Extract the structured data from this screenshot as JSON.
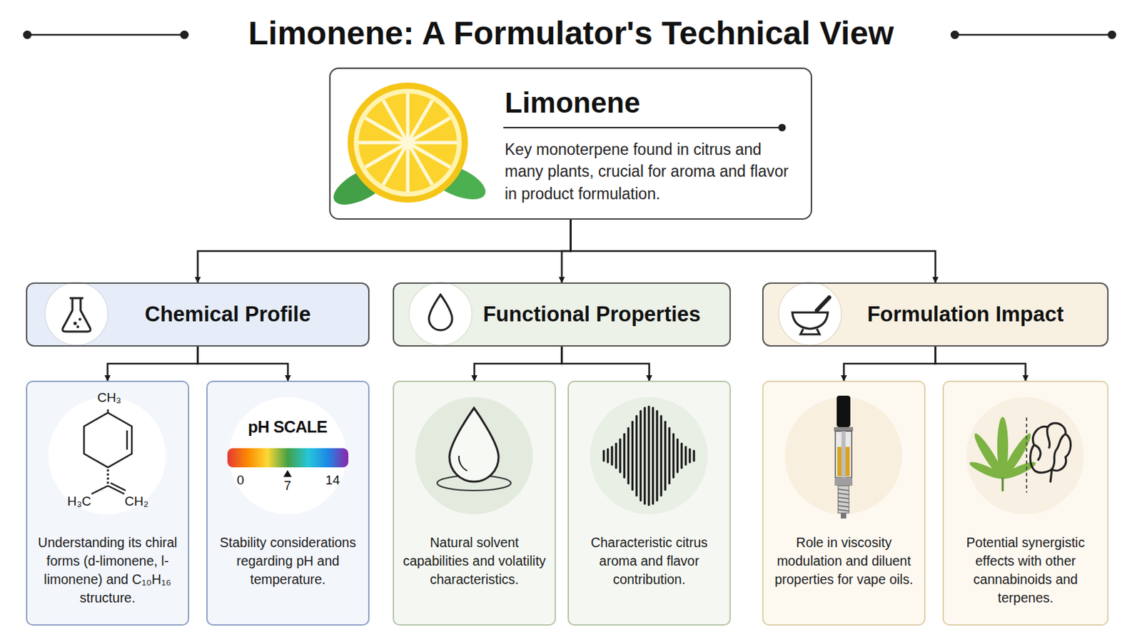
{
  "diagram": {
    "title": "Limonene: A Formulator's Technical View",
    "nodes": [
      {
        "text": [
          "Limonene",
          "Key monoterpene found in citrus and many plants, crucial for aroma and flavor in product formulation."
        ]
      },
      {
        "text": [
          "Chemical Profile"
        ]
      },
      {
        "text": [
          "Functional Properties"
        ]
      },
      {
        "text": [
          "Formulation Impact"
        ]
      },
      {
        "text": [
          "Understanding its chiral forms (d-limonene, l-limonene) and C₁₀H₁₆ structure."
        ]
      },
      {
        "text": [
          "Stability considerations regarding pH and temperature."
        ]
      },
      {
        "text": [
          "Natural solvent capabilities and volatility characteristics."
        ]
      },
      {
        "text": [
          "Characteristic citrus aroma and flavor contribution."
        ]
      },
      {
        "text": [
          "Role in viscosity modulation and diluent properties for vape oils."
        ]
      },
      {
        "text": [
          "Potential synergistic effects with other cannabinoids and terpenes."
        ]
      }
    ],
    "edges": [
      {
        "from": 0,
        "to": 1,
        "arrow": "to"
      },
      {
        "from": 0,
        "to": 2,
        "arrow": "to"
      },
      {
        "from": 0,
        "to": 3,
        "arrow": "to"
      },
      {
        "from": 1,
        "to": 4,
        "arrow": "to"
      },
      {
        "from": 1,
        "to": 5,
        "arrow": "to"
      },
      {
        "from": 2,
        "to": 6,
        "arrow": "to"
      },
      {
        "from": 2,
        "to": 7,
        "arrow": "to"
      },
      {
        "from": 3,
        "to": 8,
        "arrow": "to"
      },
      {
        "from": 3,
        "to": 9,
        "arrow": "to"
      }
    ],
    "labels": [
      "CH₃",
      "H₃C",
      "CH₂",
      "pH SCALE",
      "0",
      "7",
      "14"
    ]
  }
}
